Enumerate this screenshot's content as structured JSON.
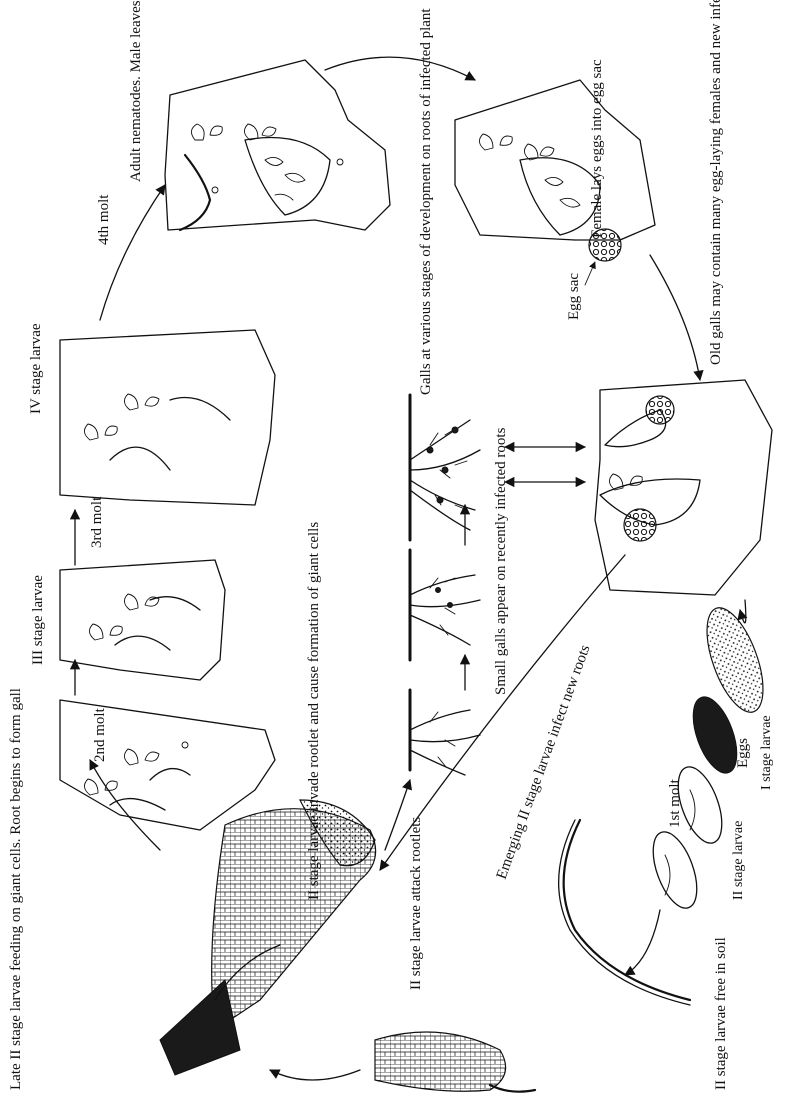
{
  "diagram": {
    "stages": {
      "adult": "Adult nematodes. Male leaves root",
      "female_lays": "Female lays eggs into egg sac",
      "egg_sac": "Egg sac",
      "old_galls": "Old galls may contain many egg-laying females and new infections",
      "eggs": "Eggs",
      "first_stage": "I stage larvae",
      "first_molt": "1st molt",
      "second_stage_in_egg": "II stage larvae",
      "free_in_soil": "II stage larvae free in soil",
      "attack_rootlets": "II stage larvae attack rootlets",
      "invade": "II stage larvae invade rootlet and cause formation of giant cells",
      "emerging": "Emerging II stage larvae infect new roots",
      "small_galls": "Small galls appear on recently infected roots",
      "galls_various": "Galls at various stages of development on roots of infected plant",
      "late_ii": "Late II stage larvae feeding on giant cells. Root begins to form gall",
      "second_molt": "2nd molt",
      "iii_stage": "III stage larvae",
      "third_molt": "3rd molt",
      "iv_stage": "IV stage larvae",
      "fourth_molt": "4th molt"
    },
    "line_color": "#111111",
    "background": "#ffffff"
  }
}
